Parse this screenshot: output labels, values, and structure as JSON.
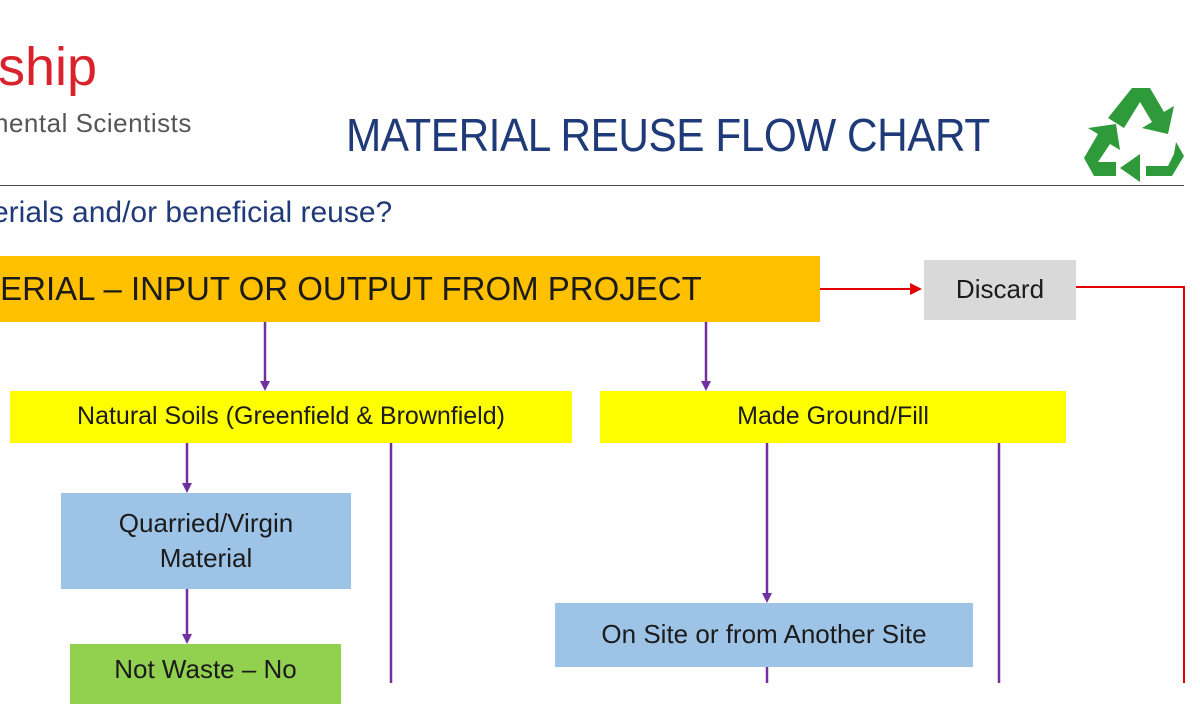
{
  "header": {
    "brand_fragment": "rship",
    "brand_sub_fragment": "nental Scientists",
    "title": "MATERIAL REUSE FLOW CHART",
    "question_fragment": "erials and/or beneficial reuse?"
  },
  "boxes": {
    "material": "TERIAL – INPUT OR OUTPUT FROM PROJECT",
    "discard": "Discard",
    "natural_soils": "Natural Soils (Greenfield & Brownfield)",
    "made_ground": "Made Ground/Fill",
    "quarried_line1": "Quarried/Virgin",
    "quarried_line2": "Material",
    "on_site": "On Site or from Another Site",
    "not_waste": "Not Waste – No"
  },
  "colors": {
    "orange": "#ffc000",
    "yellow": "#ffff00",
    "blue": "#9dc3e6",
    "green": "#92d050",
    "grey": "#d9d9d9",
    "arrow_purple": "#7030a0",
    "arrow_red": "#e00000",
    "title_blue": "#1f3a78",
    "brand_red": "#d9222b"
  },
  "icons": {
    "logo": "recycle-icon"
  }
}
